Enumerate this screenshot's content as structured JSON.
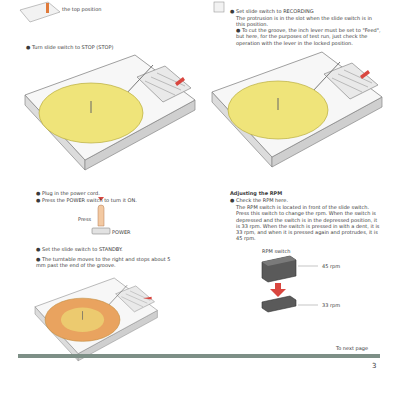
{
  "diagram": {
    "labels": [
      "the top position",
      "● Turn slide switch to STOP (STOP)",
      "● Set slide switch to RECORDING",
      "The protrusion is in the slot when the slide switch is in this position.",
      "● To cut the groove, the inch lever must be set to \"Feed\", but here, for the purposes of test run, just check the operation with the lever in the locked position.",
      "● Plug in the power cord.",
      "● Press the POWER switch to turn it ON.",
      "Press",
      "POWER",
      "● Set the slide switch to STANDBY.",
      "● The turntable moves to the right and stops about 5 mm past the end of the groove.",
      "Adjusting the RPM",
      "● Check the RPM here.",
      "The RPM switch is located in front of the slide switch. Press this switch to change the rpm. When the switch is depressed and the switch is in the depressed position, it is 33 rpm. When the switch is pressed in with a dent, it is 33 rpm, and when it is pressed again and protrudes, it is 45 rpm.",
      "RPM switch",
      "45 rpm",
      "33 rpm",
      "To next page",
      "3"
    ]
  }
}
